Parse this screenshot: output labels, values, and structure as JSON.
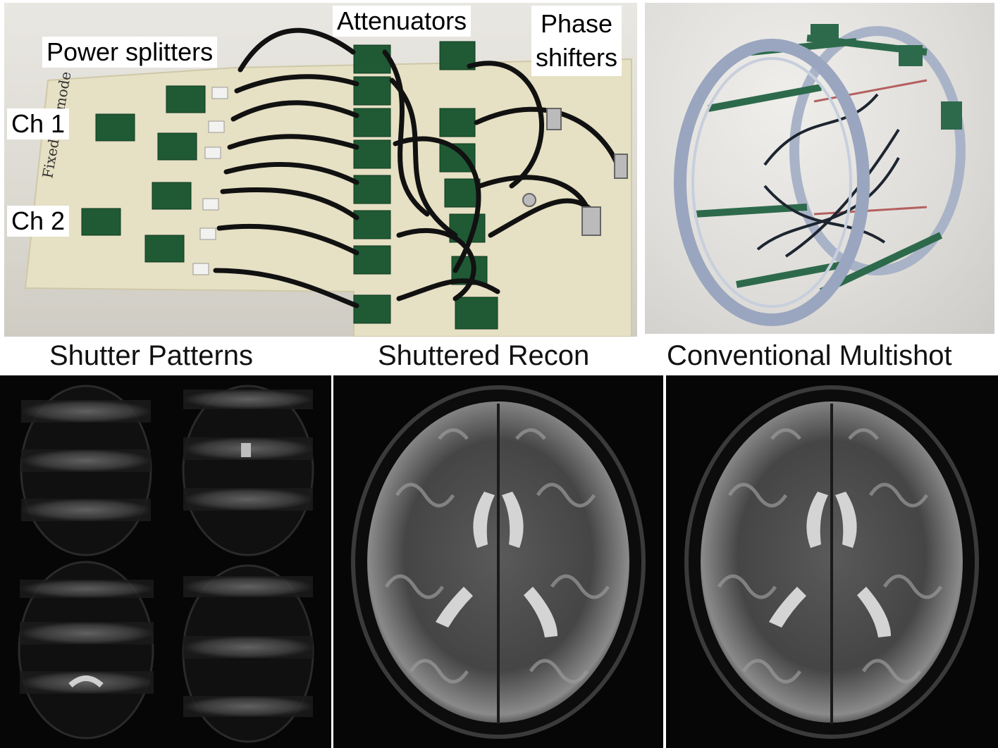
{
  "photo_labels": {
    "power_splitters": "Power splitters",
    "attenuators": "Attenuators",
    "phase_shifters_line1": "Phase",
    "phase_shifters_line2": "shifters",
    "ch1": "Ch 1",
    "ch2": "Ch 2"
  },
  "section_titles": {
    "shutter": "Shutter Patterns",
    "recon": "Shuttered Recon",
    "conventional": "Conventional Multishot"
  },
  "colors": {
    "board": "#e2ddc6",
    "pcb": "#1f5a34",
    "cable": "#111111",
    "mri_background": "#060606"
  }
}
